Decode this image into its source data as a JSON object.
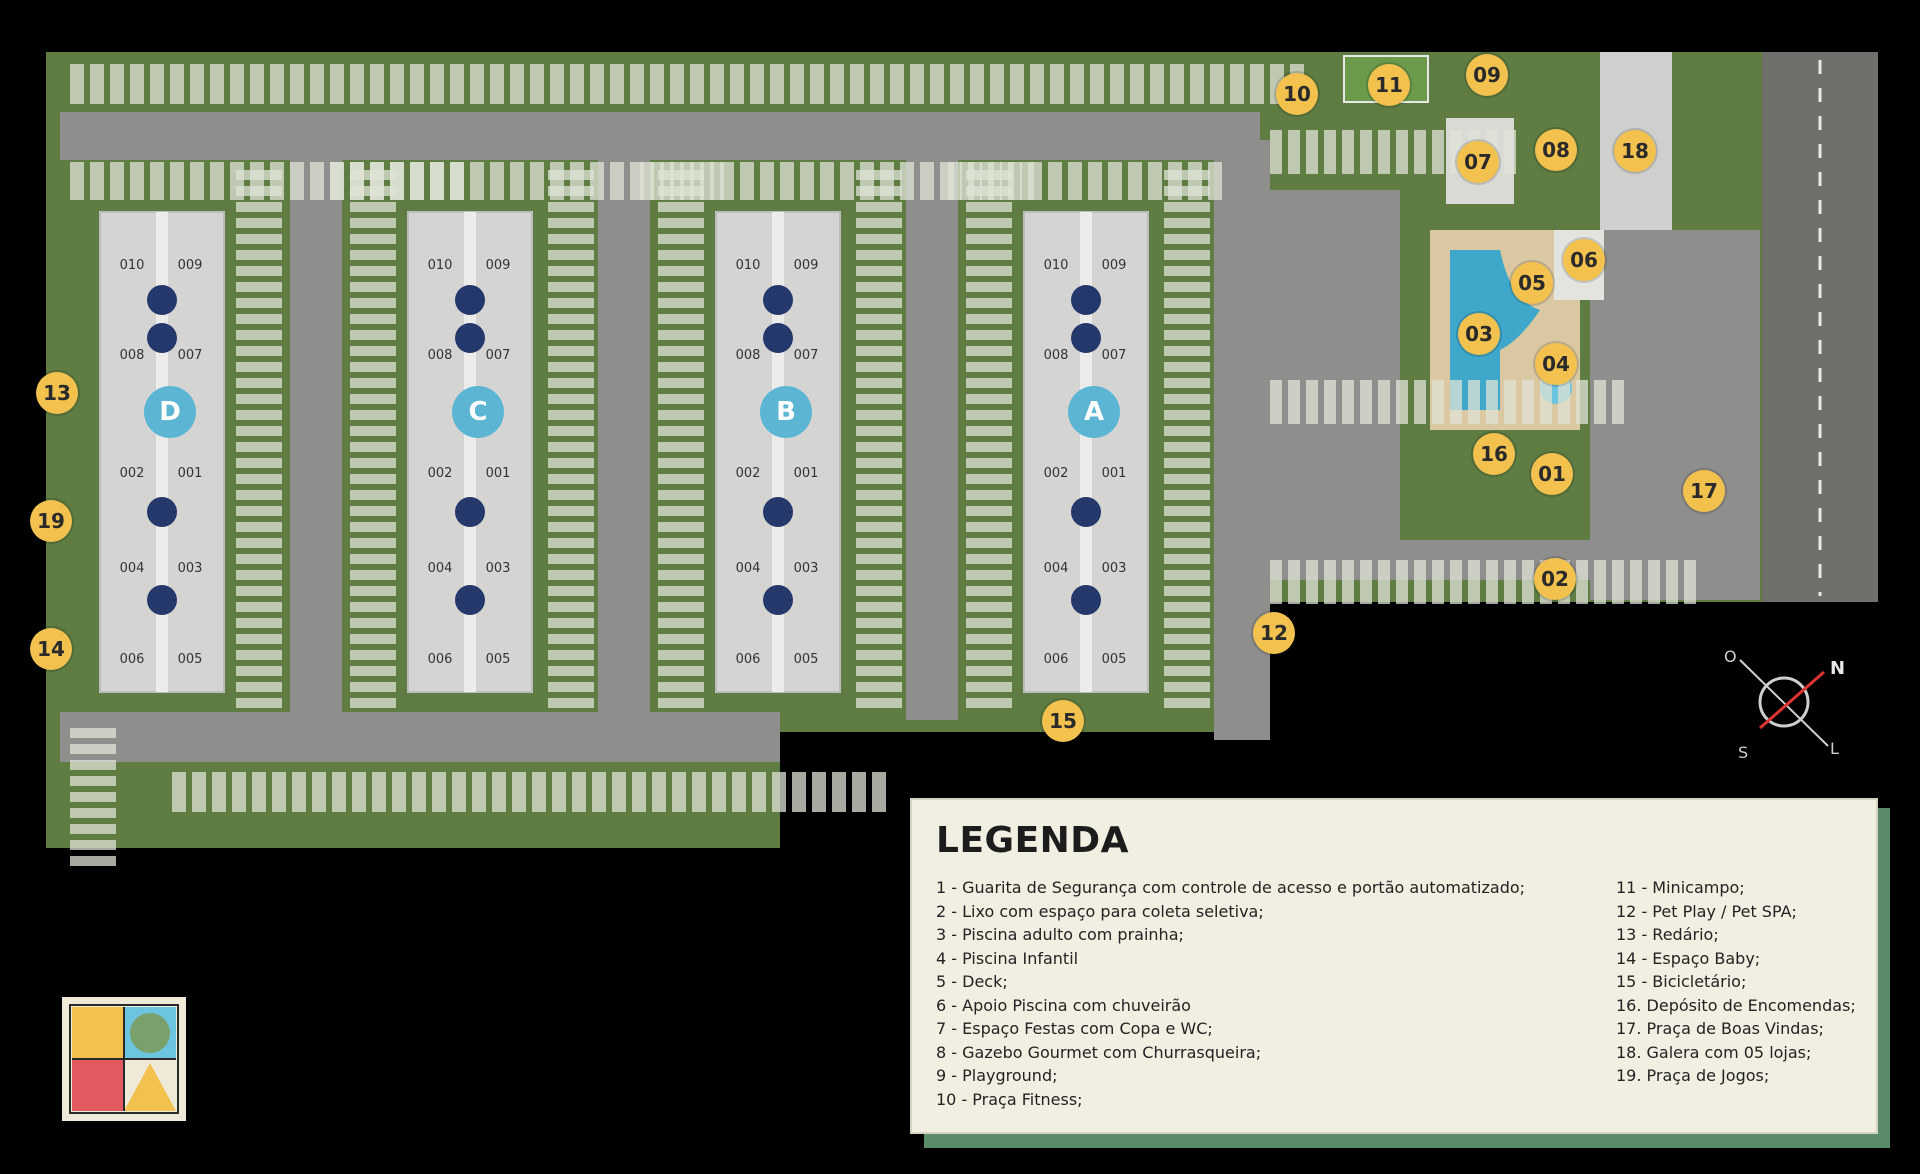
{
  "markers": [
    "01",
    "02",
    "03",
    "04",
    "05",
    "06",
    "07",
    "08",
    "09",
    "10",
    "11",
    "12",
    "13",
    "14",
    "15",
    "16",
    "17",
    "18",
    "19"
  ],
  "buildings": [
    {
      "letter": "D",
      "units": [
        "010",
        "009",
        "008",
        "007",
        "002",
        "001",
        "004",
        "003",
        "006",
        "005"
      ]
    },
    {
      "letter": "C",
      "units": [
        "010",
        "009",
        "008",
        "007",
        "002",
        "001",
        "004",
        "003",
        "006",
        "005"
      ]
    },
    {
      "letter": "B",
      "units": [
        "010",
        "009",
        "008",
        "007",
        "002",
        "001",
        "004",
        "003",
        "006",
        "005"
      ]
    },
    {
      "letter": "A",
      "units": [
        "010",
        "009",
        "008",
        "007",
        "002",
        "001",
        "004",
        "003",
        "006",
        "005"
      ]
    }
  ],
  "compass": {
    "north": "N",
    "south": "S",
    "east": "L",
    "west": "O"
  },
  "legend": {
    "title": "LEGENDA",
    "col1": [
      "1 - Guarita de Segurança com controle de acesso e portão automatizado;",
      "2 - Lixo com espaço para coleta seletiva;",
      "3 - Piscina adulto com prainha;",
      "4 - Piscina Infantil",
      "5 - Deck;",
      "6 - Apoio Piscina com chuveirão",
      "7 - Espaço Festas com Copa e WC;",
      "8 - Gazebo Gourmet com Churrasqueira;",
      "9 - Playground;",
      "10 - Praça Fitness;"
    ],
    "col2": [
      "11 - Minicampo;",
      "12 - Pet Play / Pet SPA;",
      "13 - Redário;",
      "14 - Espaço Baby;",
      "15 - Bicicletário;",
      "16. Depósito de Encomendas;",
      "17. Praça de Boas Vindas;",
      "18. Galera com 05 lojas;",
      "19. Praça de Jogos;"
    ]
  },
  "colors": {
    "marker": "#f2c14e",
    "building_letter": "#5cb5d2",
    "lawn": "#5f7d43",
    "asphalt": "#8e8f8d",
    "legend_bg": "#f1eee2",
    "legend_shadow": "#5b8c6a"
  }
}
